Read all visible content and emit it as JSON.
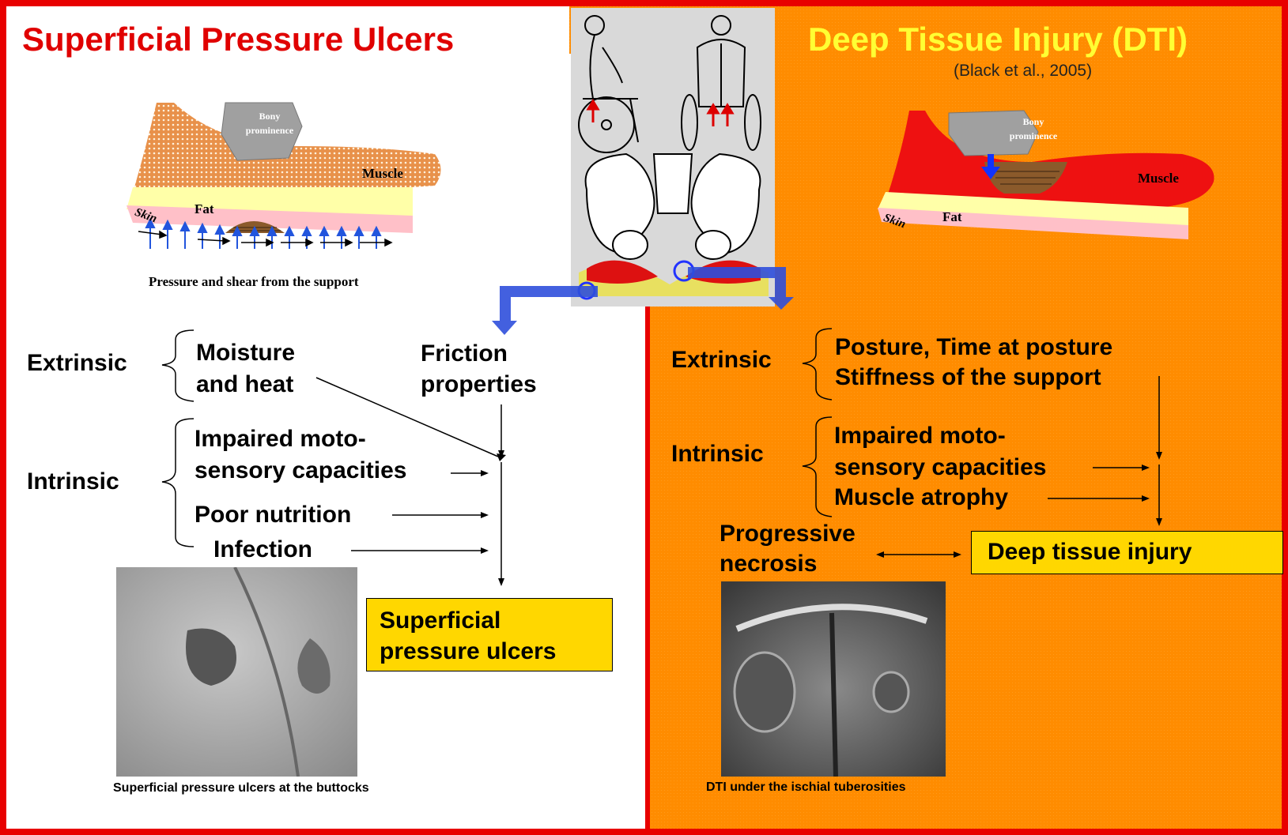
{
  "left_panel": {
    "title": "Superficial Pressure Ulcers",
    "tissue_diagram": {
      "bony_label_line1": "Bony",
      "bony_label_line2": "prominence",
      "muscle": "Muscle",
      "fat": "Fat",
      "skin": "Skin",
      "caption": "Pressure and shear from the support"
    },
    "extrinsic_label": "Extrinsic",
    "extrinsic_item_line1": "Moisture",
    "extrinsic_item_line2": "and heat",
    "friction_line1": "Friction",
    "friction_line2": "properties",
    "intrinsic_label": "Intrinsic",
    "intrinsic_item1_line1": "Impaired moto-",
    "intrinsic_item1_line2": "sensory capacities",
    "intrinsic_item2": "Poor nutrition",
    "intrinsic_item3": "Infection",
    "outcome_line1": "Superficial",
    "outcome_line2": "pressure ulcers",
    "photo_caption": "Superficial pressure ulcers at the buttocks"
  },
  "right_panel": {
    "title": "Deep Tissue Injury (DTI)",
    "citation": "(Black et al., 2005)",
    "tissue_diagram": {
      "bony_label_line1": "Bony",
      "bony_label_line2": "prominence",
      "muscle": "Muscle",
      "fat": "Fat",
      "skin": "Skin"
    },
    "extrinsic_label": "Extrinsic",
    "extrinsic_item_line1": "Posture, Time at posture",
    "extrinsic_item_line2": "Stiffness of the support",
    "intrinsic_label": "Intrinsic",
    "intrinsic_item1_line1": "Impaired moto-",
    "intrinsic_item1_line2": "sensory capacities",
    "intrinsic_item2": "Muscle atrophy",
    "progressive_line1": "Progressive",
    "progressive_line2": "necrosis",
    "outcome": "Deep tissue injury",
    "photo_caption": "DTI under the ischial tuberosities"
  },
  "colors": {
    "border_red": "#e80000",
    "left_title": "#e00000",
    "right_title": "#ffff33",
    "right_background": "#ff8c00",
    "outcome_box": "#ffd700",
    "muscle_left": "#e8914a",
    "muscle_right": "#ee1111",
    "fat": "#ffffa8",
    "skin": "#ffc0c8",
    "flow_arrow": "#3355cc",
    "seating_background": "#d8d8d8"
  }
}
